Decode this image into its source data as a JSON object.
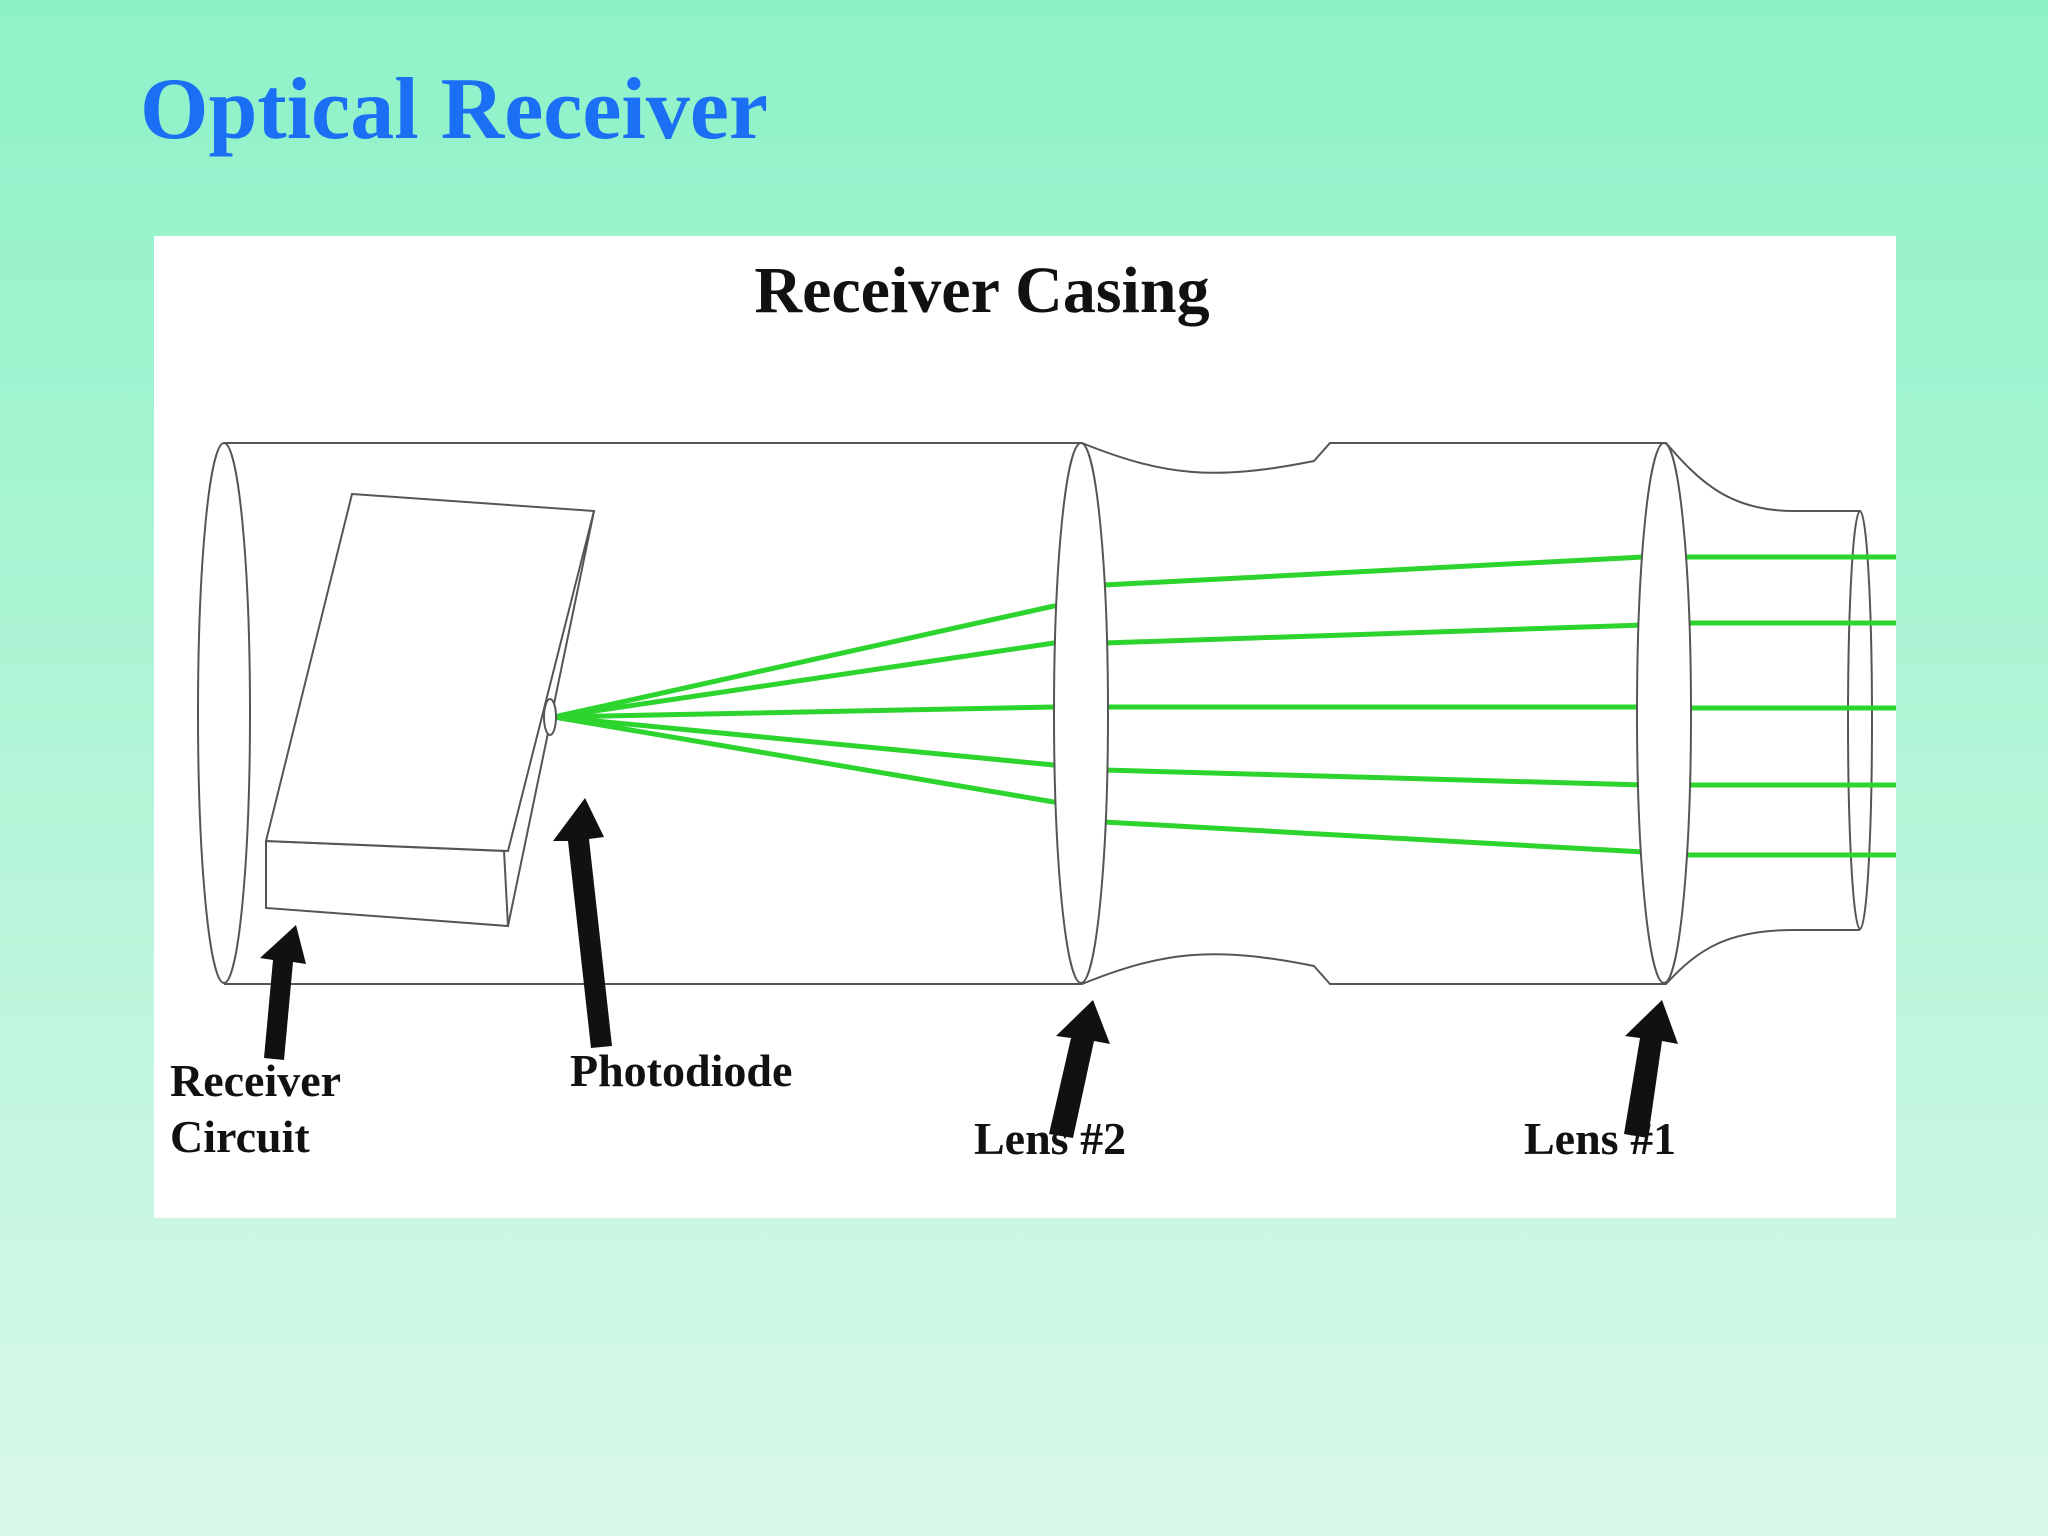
{
  "slide": {
    "title": "Optical Receiver"
  },
  "diagram": {
    "heading": "Receiver Casing",
    "labels": {
      "receiver_circuit_line1": "Receiver",
      "receiver_circuit_line2": "Circuit",
      "photodiode": "Photodiode",
      "lens2": "Lens #2",
      "lens1": "Lens #1"
    },
    "colors": {
      "title": "#1a6ff5",
      "light_rays": "#2dd42d",
      "background_top": "#8ef2c8",
      "background_bottom": "#d9f9e9"
    }
  }
}
